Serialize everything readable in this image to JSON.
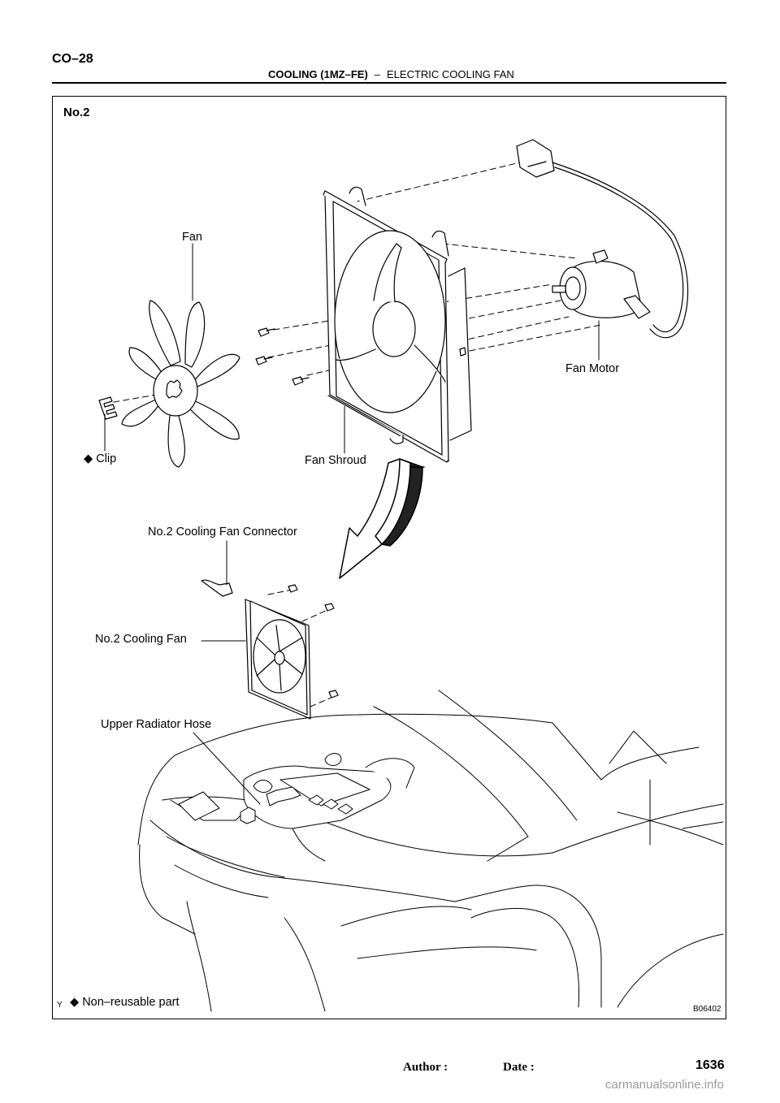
{
  "header": {
    "page_code": "CO–28",
    "section": "COOLING (1MZ–FE)",
    "separator": "–",
    "subsection": "ELECTRIC COOLING FAN"
  },
  "figure": {
    "title": "No.2",
    "code": "B06402",
    "tick": "Y",
    "labels": {
      "fan": "Fan",
      "fan_motor": "Fan Motor",
      "clip": "Clip",
      "fan_shroud": "Fan Shroud",
      "connector": "No.2 Cooling Fan Connector",
      "cooling_fan": "No.2 Cooling Fan",
      "radiator_hose": "Upper Radiator Hose"
    },
    "legend": {
      "symbol": "◆",
      "text": "Non–reusable part"
    },
    "non_reusable_marker": "◆"
  },
  "footer": {
    "author_label": "Author :",
    "date_label": "Date :",
    "page_number": "1636",
    "watermark": "carmanualsonline.info"
  }
}
